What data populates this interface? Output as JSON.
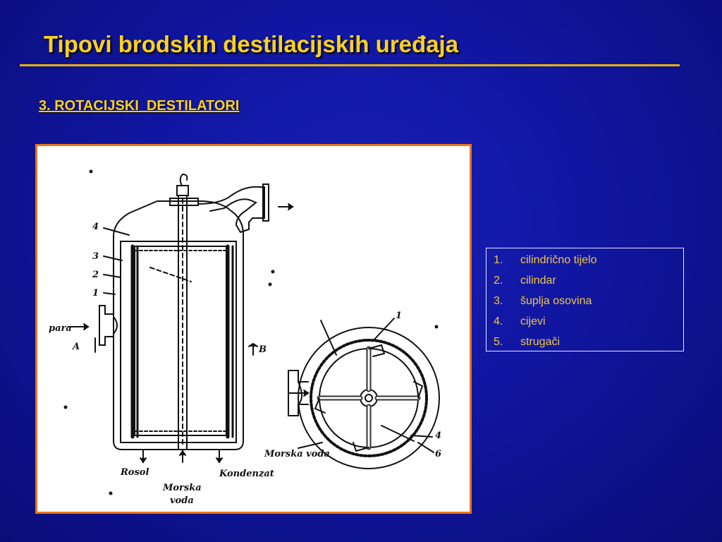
{
  "slide": {
    "title": "Tipovi brodskih destilacijskih uređaja",
    "subtitle": "3. ROTACIJSKI  DESTILATORI",
    "colors": {
      "title": "#ffd21a",
      "background": "#1016a0",
      "frame_border": "#e8761b",
      "legend_text": "#f0c64a"
    }
  },
  "legend": [
    {
      "num": "1.",
      "label": "cilindrično tijelo"
    },
    {
      "num": "2.",
      "label": "cilindar"
    },
    {
      "num": "3.",
      "label": "šuplja osovina"
    },
    {
      "num": "4.",
      "label": "cijevi"
    },
    {
      "num": "5.",
      "label": "strugači"
    }
  ],
  "diagram": {
    "labels": {
      "n4": "4",
      "n3": "3",
      "n2": "2",
      "n1": "1",
      "para": "para",
      "section_a": "A",
      "section_b": "B",
      "rosol": "Rosol",
      "morska_voda_1": "Morska",
      "morska_voda_2": "voda",
      "kondenzat": "Kondenzat",
      "morska_voda_side": "Morska voda",
      "right_n1": "1",
      "right_n4": "4",
      "right_n6": "6"
    }
  }
}
